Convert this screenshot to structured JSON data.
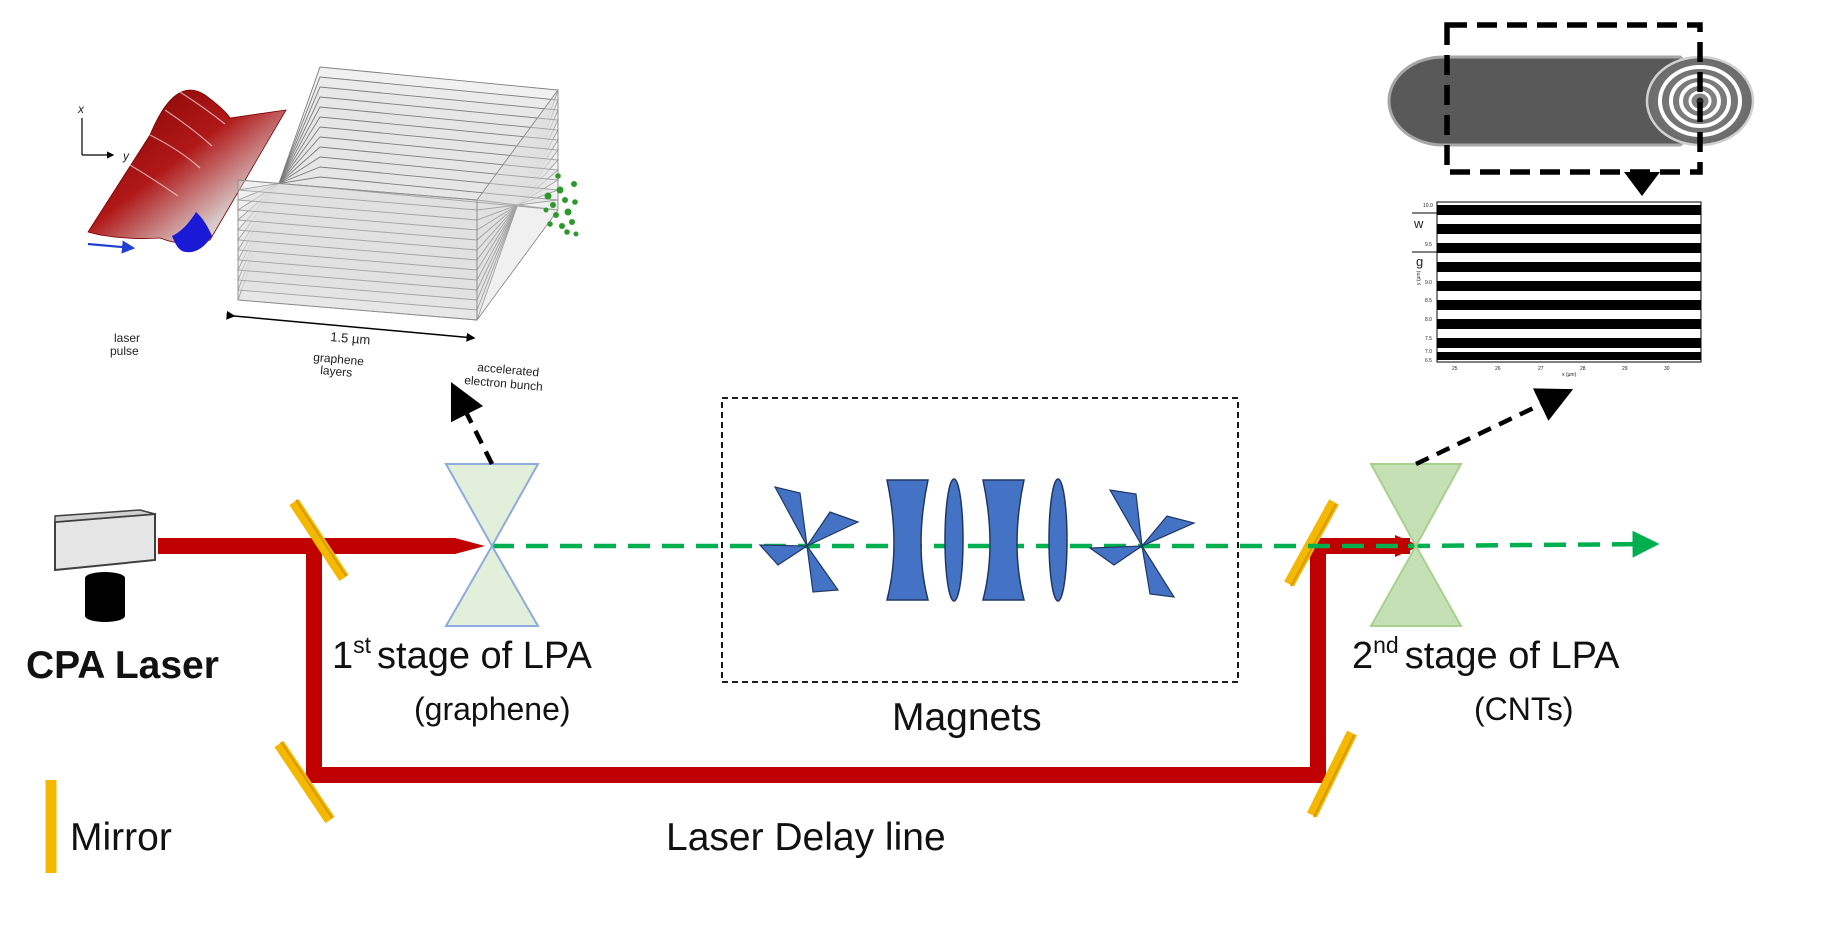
{
  "source": {
    "name": "CPA Laser"
  },
  "stage1": {
    "ordinal_num": "1",
    "ordinal_suffix": "st",
    "name": "stage of LPA",
    "material": "(graphene)"
  },
  "stage2": {
    "ordinal_num": "2",
    "ordinal_suffix": "nd",
    "name": "stage of LPA",
    "material": "(CNTs)"
  },
  "magnets": {
    "label": "Magnets"
  },
  "delay_line": {
    "label": "Laser Delay line"
  },
  "legend": {
    "mirror_label": "Mirror"
  },
  "inset_graphene": {
    "axis_x": "x",
    "axis_y": "y",
    "laser_pulse": [
      "laser",
      "pulse"
    ],
    "thickness": "1.5 µm",
    "layers": [
      "graphene",
      "layers"
    ],
    "electron_bunch": [
      "accelerated",
      "electron bunch"
    ]
  },
  "inset_cnt": {
    "w_label": "w",
    "g_label": "g",
    "y_ticks": [
      "10.0",
      "9.5",
      "9.0",
      "8.5",
      "8.0",
      "7.5",
      "7.0",
      "6.5"
    ],
    "x_ticks": [
      "25",
      "26",
      "27",
      "28",
      "29",
      "30"
    ],
    "x_axis_label": "x (µm)",
    "y_axis_label": "y (µm)"
  },
  "colors": {
    "laser_beam": "#c00000",
    "electron_beam": "#00b050",
    "mirror": "#f5b800",
    "stage1_fill": "#e2efda",
    "stage2_fill": "#c5e0b4",
    "magnet_fill": "#4472c4",
    "magnet_stroke": "#1f3864",
    "cnt_tube": "#595959"
  },
  "icons": [
    "laser-box-icon",
    "mirror-icon",
    "focusing-cone-icon",
    "dipole-magnet-icon",
    "quadrupole-lens-icon"
  ]
}
